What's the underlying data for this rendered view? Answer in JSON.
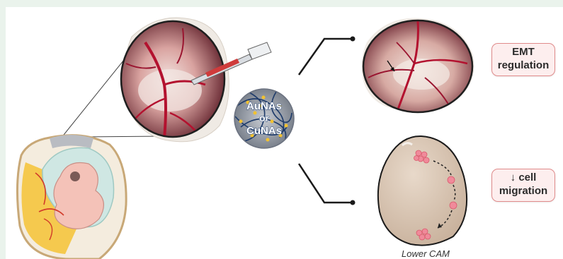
{
  "particle_label": {
    "line1": "AuNAs",
    "line2": "or",
    "line3": "CuNAs"
  },
  "outcome_top": {
    "line1": "EMT",
    "line2": "regulation"
  },
  "outcome_bottom": {
    "line1": "↓ cell",
    "line2": "migration"
  },
  "egg_caption": "Lower CAM",
  "colors": {
    "background": "#eaf3ec",
    "panel": "#ffffff",
    "label_fill": "#fdeeee",
    "label_border": "#e08b8b",
    "tumor": "#f08a9a",
    "egg_shell": "#d9c6b4",
    "vessel": "#b3122f"
  }
}
